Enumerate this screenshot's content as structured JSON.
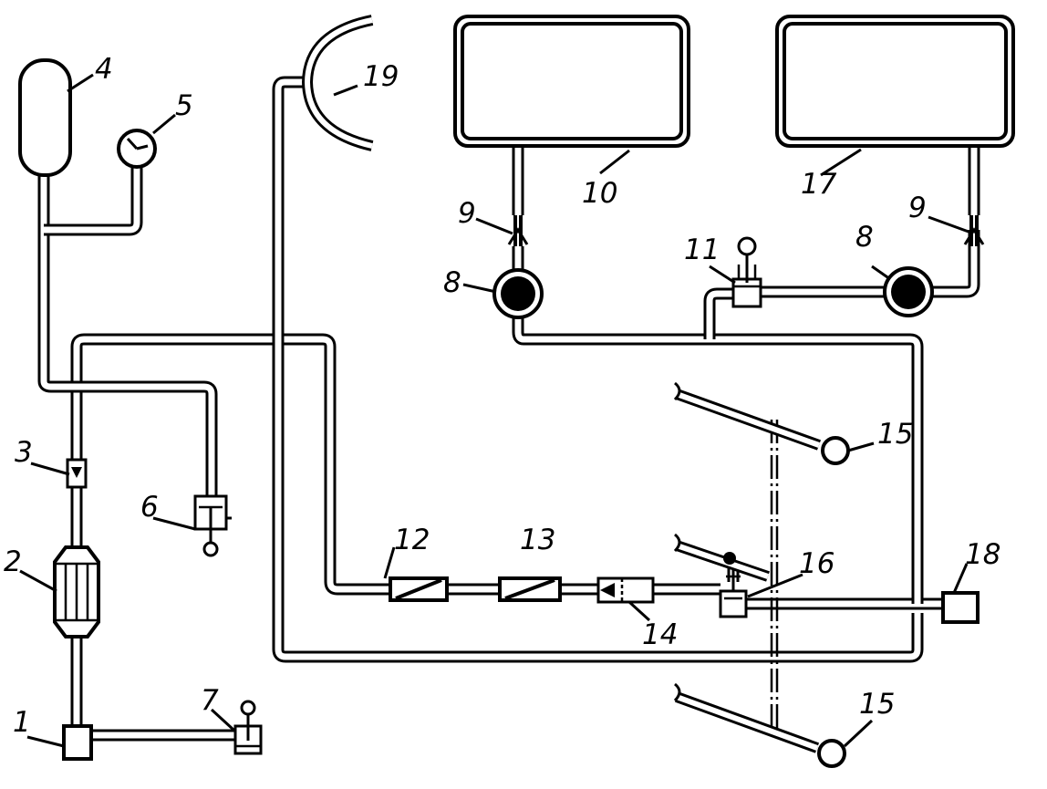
{
  "labels": {
    "l1": "1",
    "l2": "2",
    "l3": "3",
    "l4": "4",
    "l5": "5",
    "l6": "6",
    "l7": "7",
    "l8a": "8",
    "l8b": "8",
    "l9a": "9",
    "l9b": "9",
    "l10": "10",
    "l11": "11",
    "l12": "12",
    "l13": "13",
    "l14": "14",
    "l15a": "15",
    "l15b": "15",
    "l16": "16",
    "l17": "17",
    "l18": "18",
    "l19": "19"
  }
}
